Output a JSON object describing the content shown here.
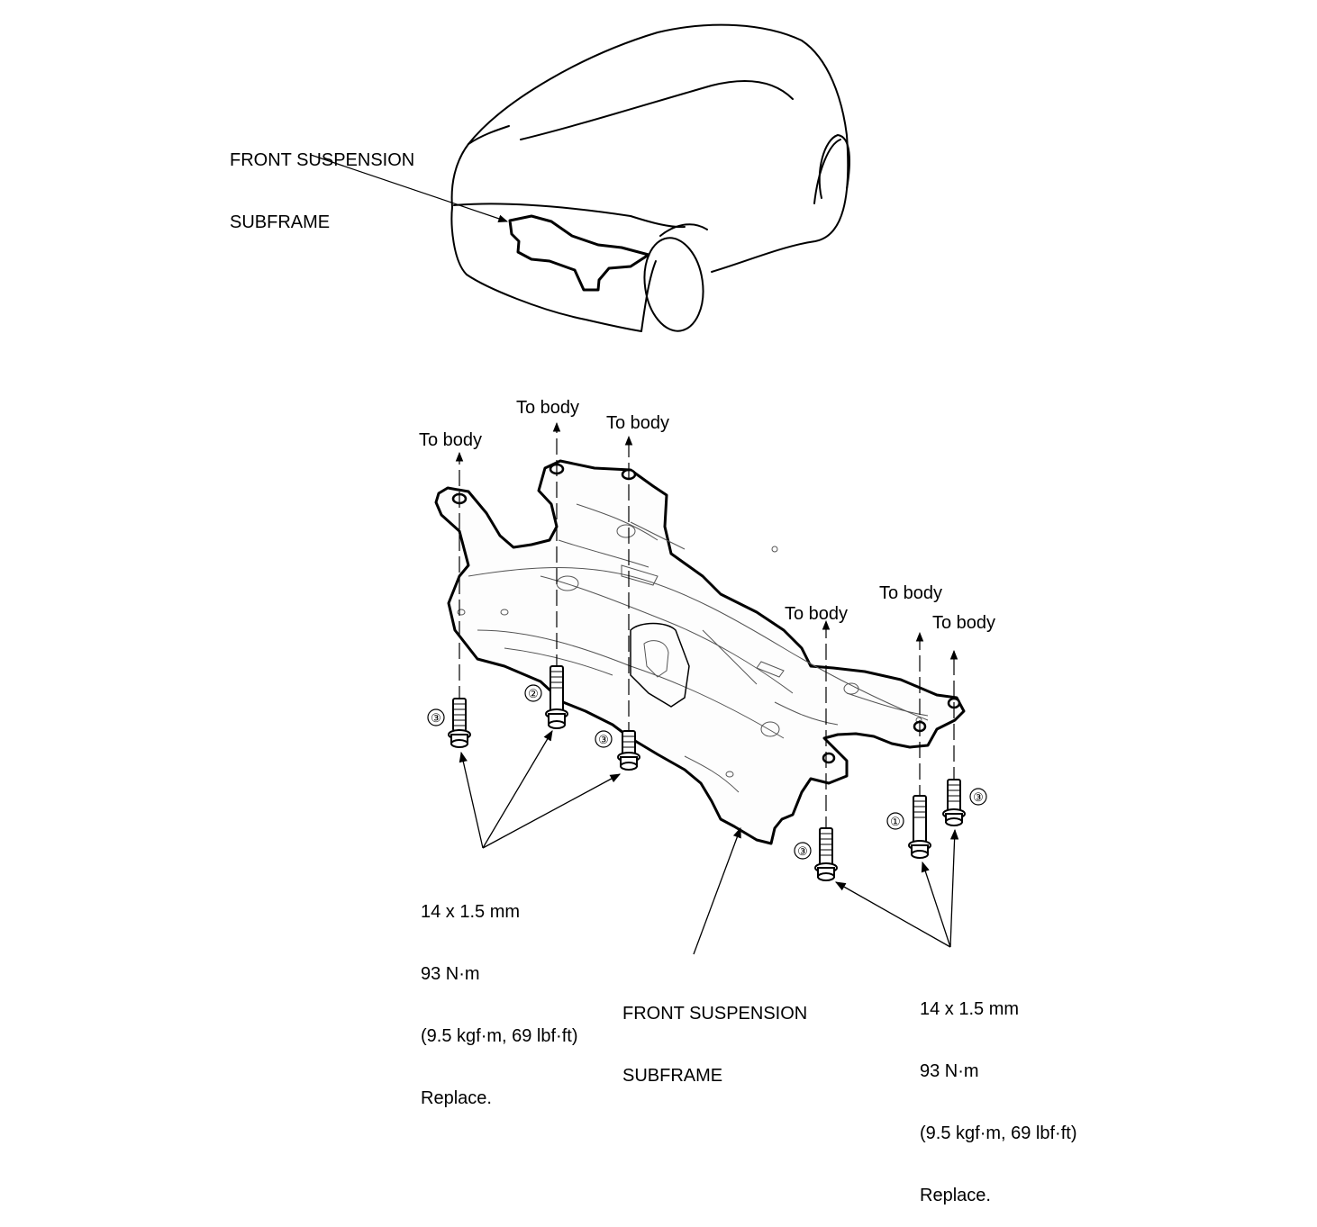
{
  "car_callout": [
    "FRONT SUSPENSION",
    "SUBFRAME"
  ],
  "to_body": [
    "To body",
    "To body",
    "To body",
    "To body",
    "To body",
    "To body"
  ],
  "subframe_callout": [
    "FRONT SUSPENSION",
    "SUBFRAME"
  ],
  "bolt_numbers": [
    "③",
    "②",
    "③",
    "③",
    "①",
    "③"
  ],
  "torque_left": [
    "14 x 1.5 mm",
    "93 N·m",
    "(9.5 kgf·m, 69 lbf·ft)",
    "Replace."
  ],
  "torque_right": [
    "14 x 1.5 mm",
    "93 N·m",
    "(9.5 kgf·m, 69 lbf·ft)",
    "Replace."
  ]
}
